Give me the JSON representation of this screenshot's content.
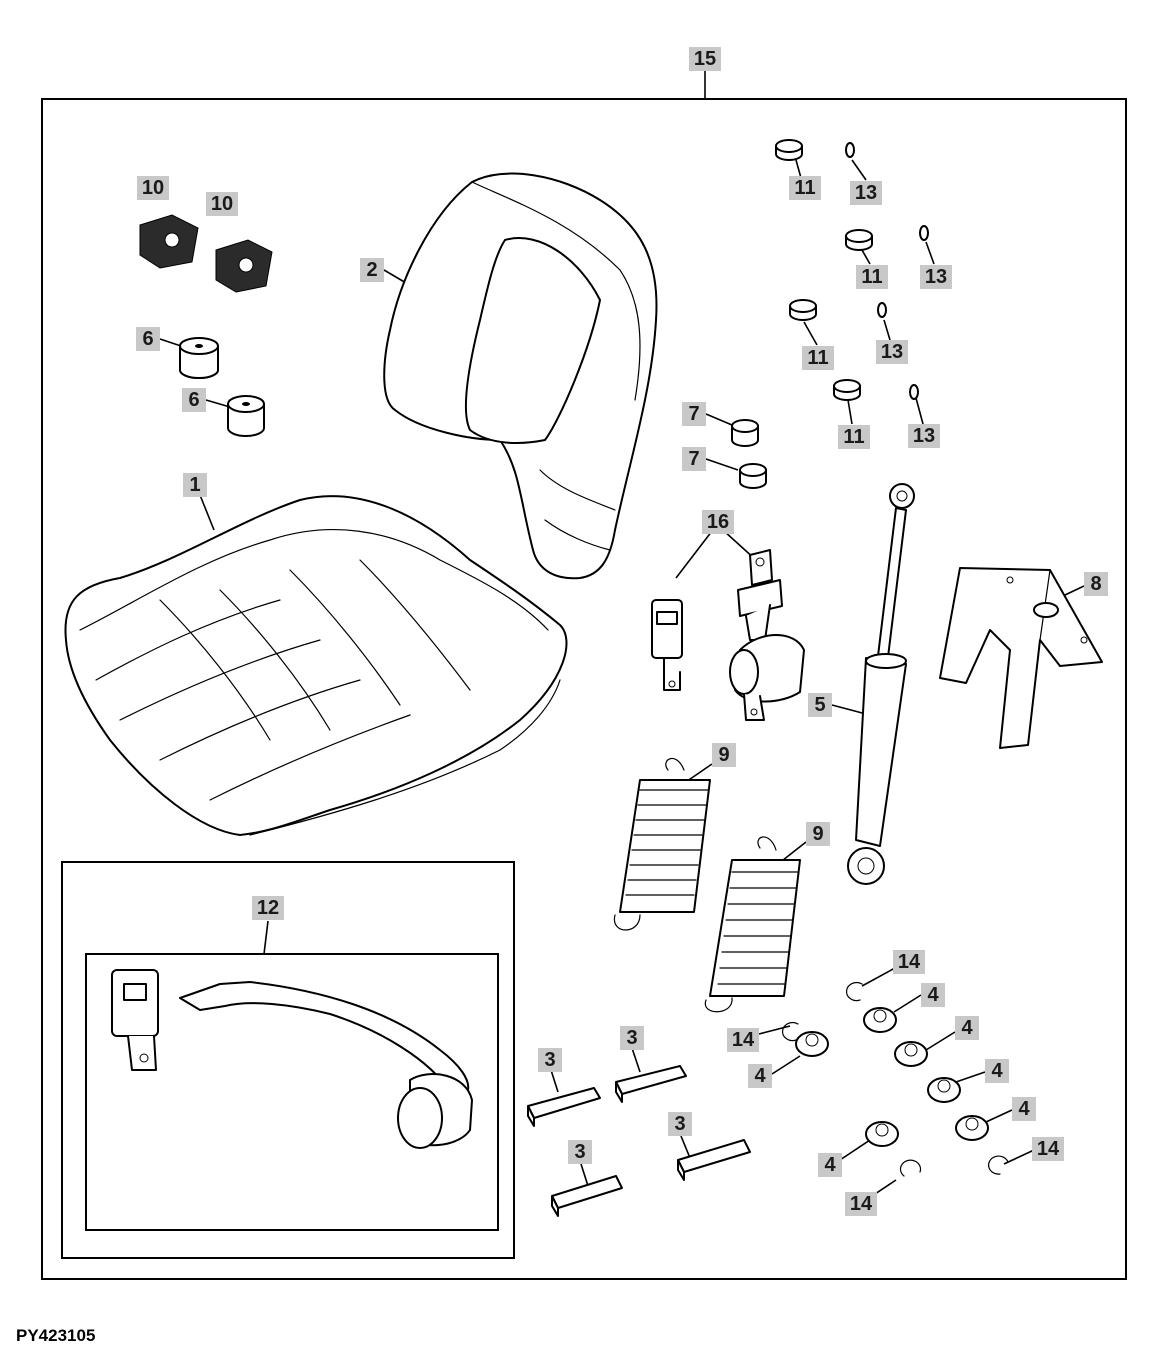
{
  "figure_code": "PY423105",
  "callouts": {
    "c1": "1",
    "c2": "2",
    "c3": "3",
    "c4": "4",
    "c5": "5",
    "c6": "6",
    "c7": "7",
    "c8": "8",
    "c9": "9",
    "c10": "10",
    "c11": "11",
    "c12": "12",
    "c13": "13",
    "c14": "14",
    "c15": "15",
    "c16": "16"
  },
  "colors": {
    "callout_fill": "#c8c8c8",
    "line": "#000000",
    "background": "#ffffff"
  }
}
